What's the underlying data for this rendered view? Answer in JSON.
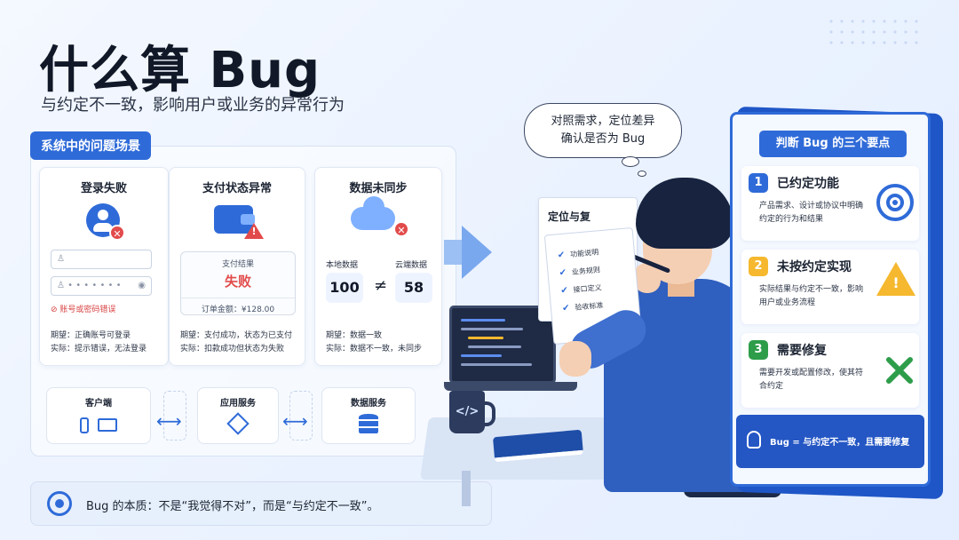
{
  "title": "什么算 Bug",
  "subtitle": "与约定不一致，影响用户或业务的异常行为",
  "scenes": {
    "tag": "系统中的问题场景",
    "login": {
      "title": "登录失败",
      "password_mask": "• • • • • • •",
      "error": "账号或密码错误",
      "expect": "期望：正确账号可登录",
      "actual": "实际：提示错误，无法登录"
    },
    "payment": {
      "title": "支付状态异常",
      "result_label": "支付结果",
      "result_status": "失败",
      "amount": "订单金额：¥128.00",
      "expect": "期望：支付成功，状态为已支付",
      "actual": "实际：扣款成功但状态为失败"
    },
    "sync": {
      "title": "数据未同步",
      "local_label": "本地数据",
      "cloud_label": "云端数据",
      "local_value": "100",
      "neq": "≠",
      "cloud_value": "58",
      "expect": "期望：数据一致",
      "actual": "实际：数据不一致，未同步"
    },
    "flow": {
      "client": "客户端",
      "app": "应用服务",
      "data": "数据服务"
    }
  },
  "bottom_note": "Bug 的本质：不是“我觉得不对”，而是“与约定不一致”。",
  "illustration": {
    "bubble_line1": "对照需求，定位差异",
    "bubble_line2": "确认是否为 Bug",
    "paper_title": "定位与复",
    "doc_items": [
      "功能说明",
      "业务规则",
      "接口定义",
      "验收标准"
    ],
    "mug_label": "</>"
  },
  "board": {
    "tag": "判断 Bug 的三个要点",
    "points": [
      {
        "num": "1",
        "title": "已约定功能",
        "desc": "产品需求、设计或协议中明确约定的行为和结果",
        "color": "#2f6bd8"
      },
      {
        "num": "2",
        "title": "未按约定实现",
        "desc": "实际结果与约定不一致，影响用户或业务流程",
        "color": "#f5b82e"
      },
      {
        "num": "3",
        "title": "需要修复",
        "desc": "需要开发或配置修改，使其符合约定",
        "color": "#2e9d4a"
      }
    ],
    "summary": "Bug = 与约定不一致，且需要修复"
  }
}
